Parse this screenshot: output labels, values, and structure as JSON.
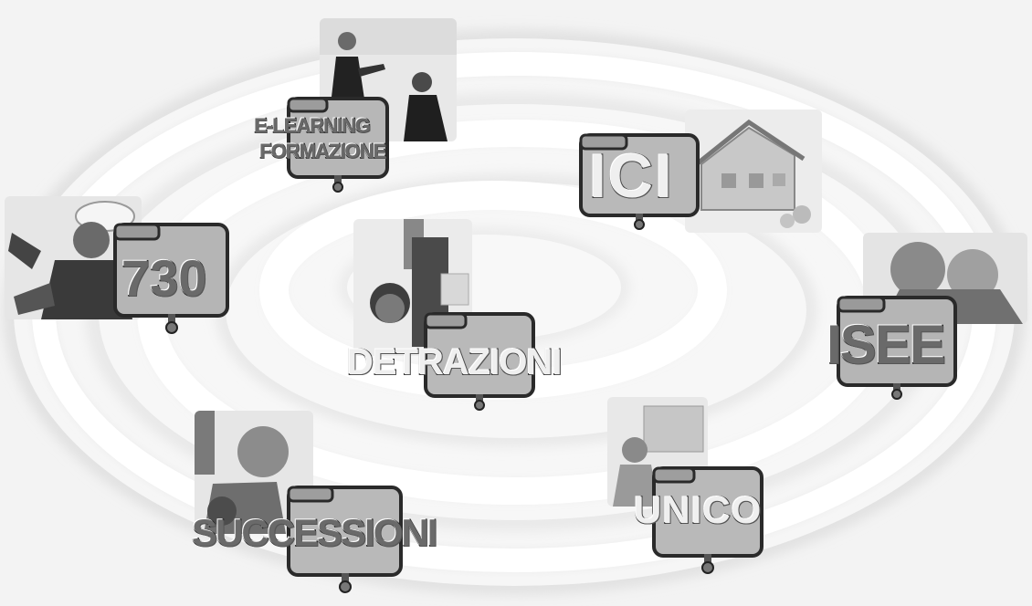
{
  "diagram": {
    "items": [
      {
        "id": "elearning",
        "line1": "E-LEARNING",
        "line2": "FORMAZIONE",
        "icon": "business-meeting-photo"
      },
      {
        "id": "ici",
        "label": "ICI",
        "icon": "house-model-photo"
      },
      {
        "id": "730",
        "label": "730",
        "icon": "worker-with-helmet-photo"
      },
      {
        "id": "detrazioni",
        "label": "DETRAZIONI",
        "icon": "child-and-parent-photo"
      },
      {
        "id": "isee",
        "label": "ISEE",
        "icon": "elderly-couple-photo"
      },
      {
        "id": "successioni",
        "label": "SUCCESSIONI",
        "icon": "senior-person-photo"
      },
      {
        "id": "unico",
        "label": "UNICO",
        "icon": "office-worker-photo"
      }
    ],
    "ring_color": "#ffffff",
    "ring_shadow_color": "#c8c8c8",
    "folder_color": "#b9b9b9"
  }
}
